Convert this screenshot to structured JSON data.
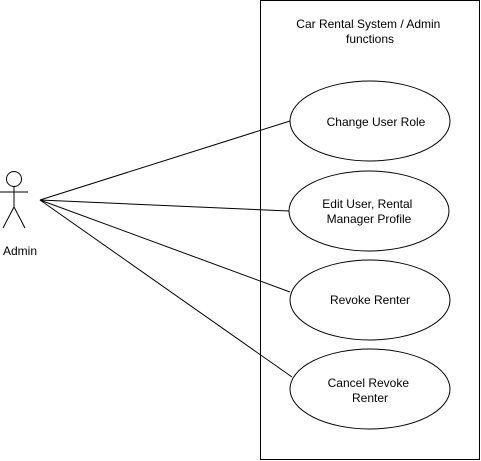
{
  "diagram": {
    "system": {
      "title_lines": [
        "Car Rental System / Admin",
        "functions"
      ]
    },
    "actor": {
      "label": "Admin"
    },
    "use_cases": [
      {
        "lines": [
          "Change User Role"
        ]
      },
      {
        "lines": [
          "Edit User, Rental",
          "Manager Profile"
        ]
      },
      {
        "lines": [
          "Revoke Renter"
        ]
      },
      {
        "lines": [
          "Cancel Revoke",
          "Renter"
        ]
      }
    ],
    "colors": {
      "stroke": "#000000",
      "fill": "#ffffff",
      "text": "#000000"
    }
  }
}
